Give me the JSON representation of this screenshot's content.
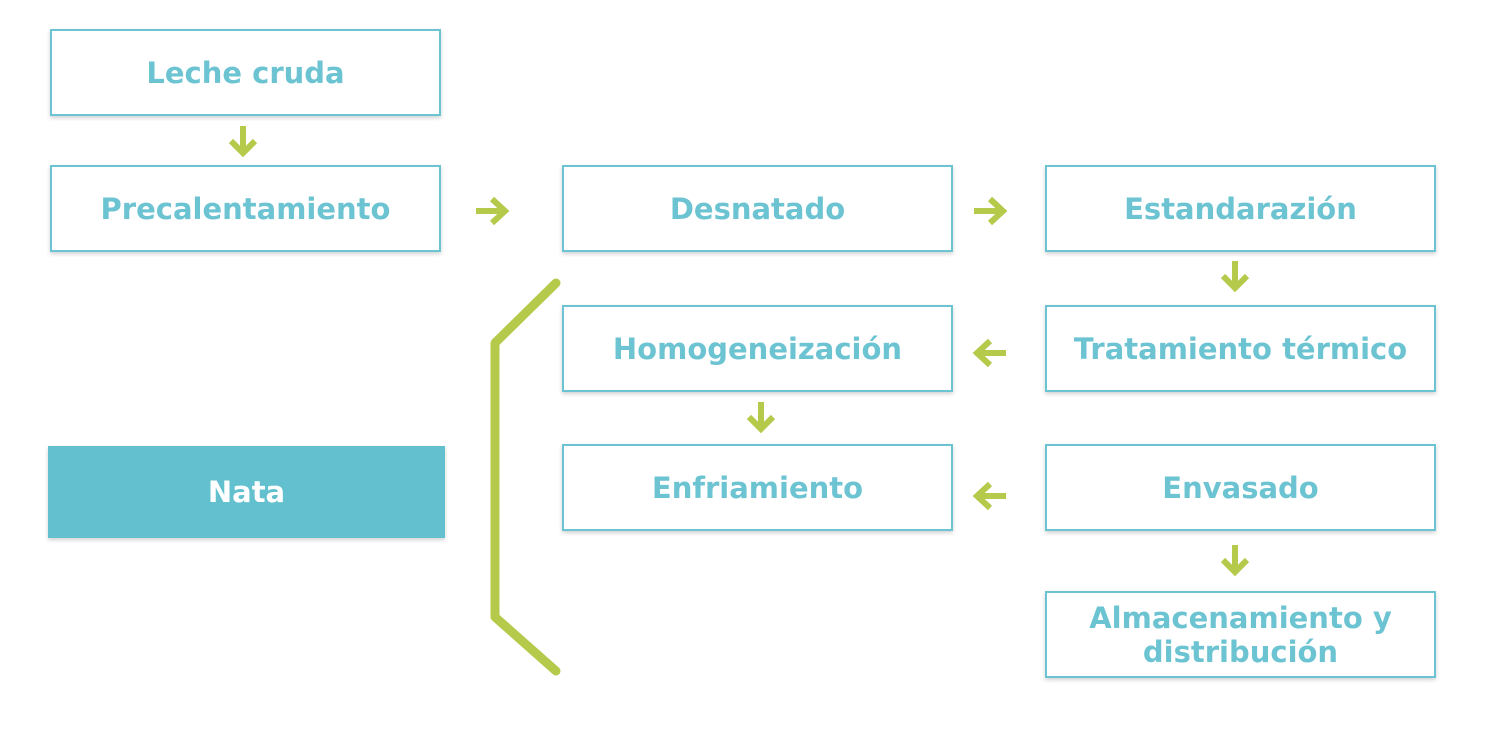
{
  "colors": {
    "box_border": "#6cc3d1",
    "box_text": "#6cc3d1",
    "nata_fill": "#62c0cf",
    "arrow": "#b5c94a"
  },
  "steps": {
    "leche_cruda": "Leche cruda",
    "precalentamiento": "Precalentamiento",
    "desnatado": "Desnatado",
    "estandarazion": "Estandarazión",
    "tratamiento_termico": "Tratamiento térmico",
    "homogeneizacion": "Homogeneización",
    "enfriamiento": "Enfriamiento",
    "envasado": "Envasado",
    "almacenamiento_line1": "Almacenamiento y",
    "almacenamiento_line2": "distribución",
    "nata": "Nata"
  },
  "arrows": [
    {
      "from": "leche_cruda",
      "to": "precalentamiento",
      "direction": "down"
    },
    {
      "from": "precalentamiento",
      "to": "desnatado",
      "direction": "right"
    },
    {
      "from": "desnatado",
      "to": "estandarazion",
      "direction": "right"
    },
    {
      "from": "estandarazion",
      "to": "tratamiento_termico",
      "direction": "down"
    },
    {
      "from": "tratamiento_termico",
      "to": "homogeneizacion",
      "direction": "left"
    },
    {
      "from": "homogeneizacion",
      "to": "enfriamiento",
      "direction": "down"
    },
    {
      "from": "envasado",
      "to": "enfriamiento",
      "direction": "left"
    },
    {
      "from": "envasado",
      "to": "almacenamiento",
      "direction": "down"
    }
  ]
}
